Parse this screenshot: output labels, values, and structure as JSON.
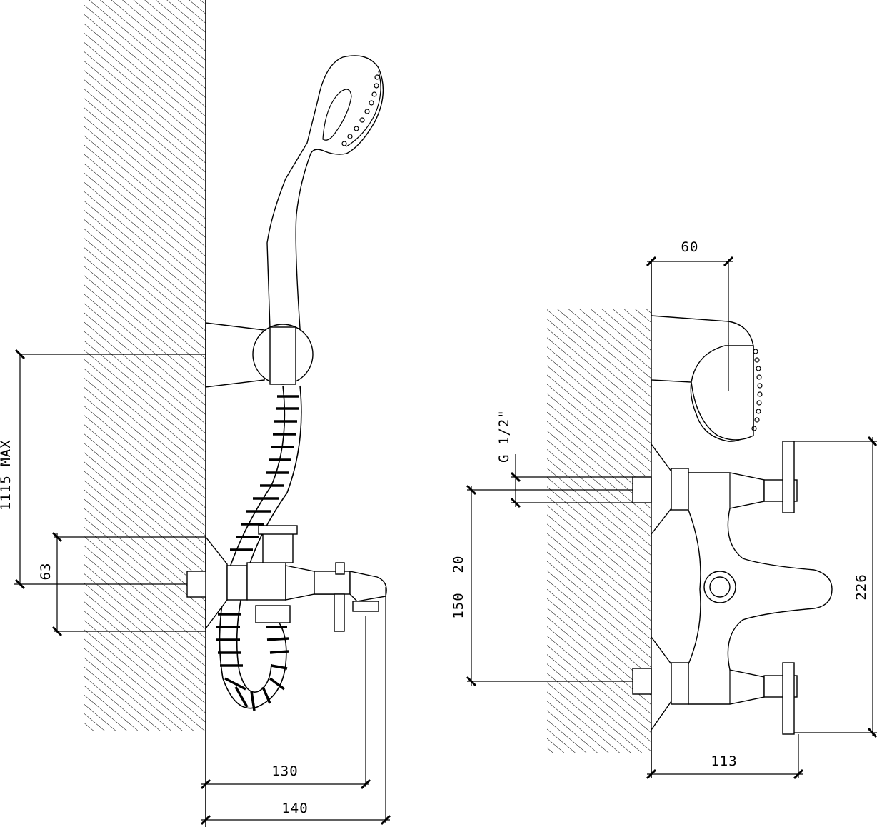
{
  "colors": {
    "line": "#000000",
    "background": "#ffffff"
  },
  "dimensions": {
    "side_view": {
      "height_max": "1115 MAX",
      "inlet_height": "63",
      "spout_reach_inner": "130",
      "spout_reach_outer": "140"
    },
    "front_view": {
      "shower_depth": "60",
      "thread": "G 1/2\"",
      "center_distance": "150",
      "offset": "20",
      "overall_height": "226",
      "projection": "113"
    }
  }
}
